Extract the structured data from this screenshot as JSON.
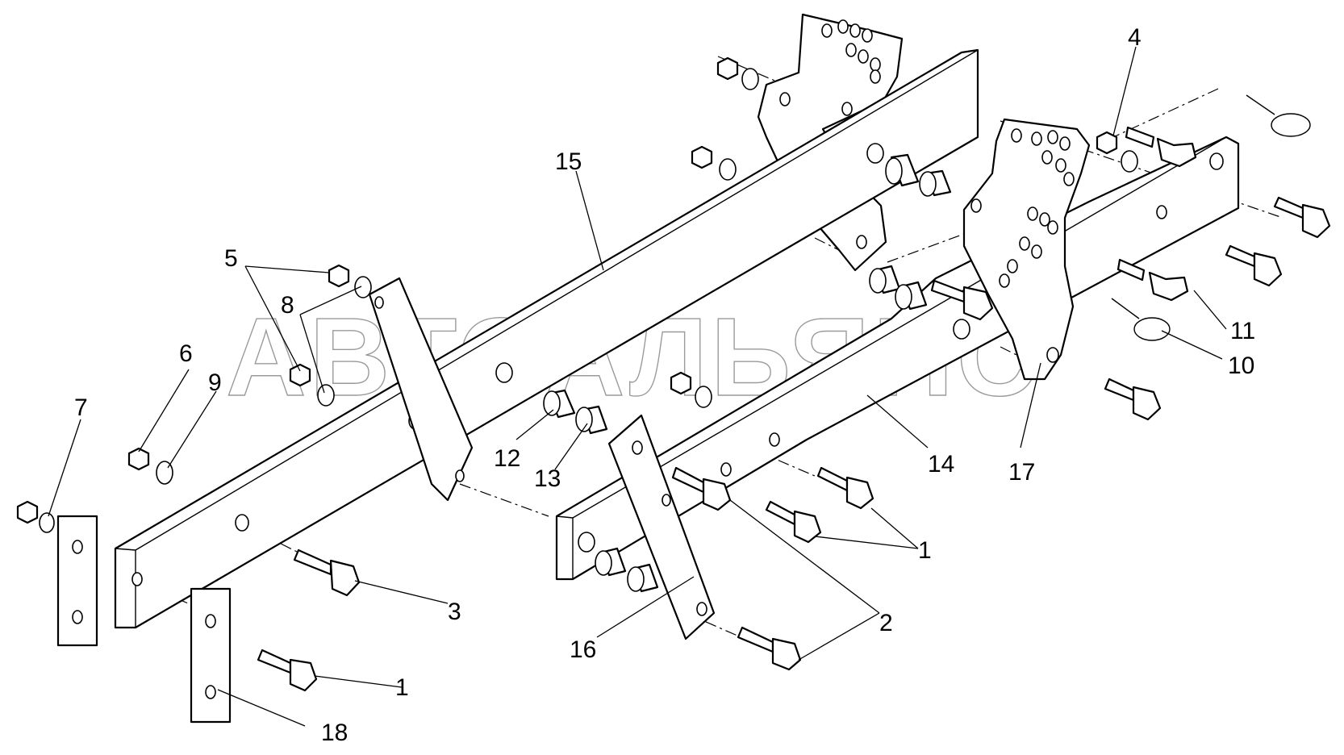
{
  "watermark": "АВТОАЛЬЯНС",
  "callouts": [
    {
      "id": "c4",
      "text": "4"
    },
    {
      "id": "c15",
      "text": "15"
    },
    {
      "id": "c5",
      "text": "5"
    },
    {
      "id": "c8",
      "text": "8"
    },
    {
      "id": "c6",
      "text": "6"
    },
    {
      "id": "c9",
      "text": "9"
    },
    {
      "id": "c7",
      "text": "7"
    },
    {
      "id": "c11",
      "text": "11"
    },
    {
      "id": "c10",
      "text": "10"
    },
    {
      "id": "c12",
      "text": "12"
    },
    {
      "id": "c13",
      "text": "13"
    },
    {
      "id": "c14",
      "text": "14"
    },
    {
      "id": "c17",
      "text": "17"
    },
    {
      "id": "c1a",
      "text": "1"
    },
    {
      "id": "c3",
      "text": "3"
    },
    {
      "id": "c2",
      "text": "2"
    },
    {
      "id": "c16",
      "text": "16"
    },
    {
      "id": "c1b",
      "text": "1"
    },
    {
      "id": "c18",
      "text": "18"
    }
  ]
}
